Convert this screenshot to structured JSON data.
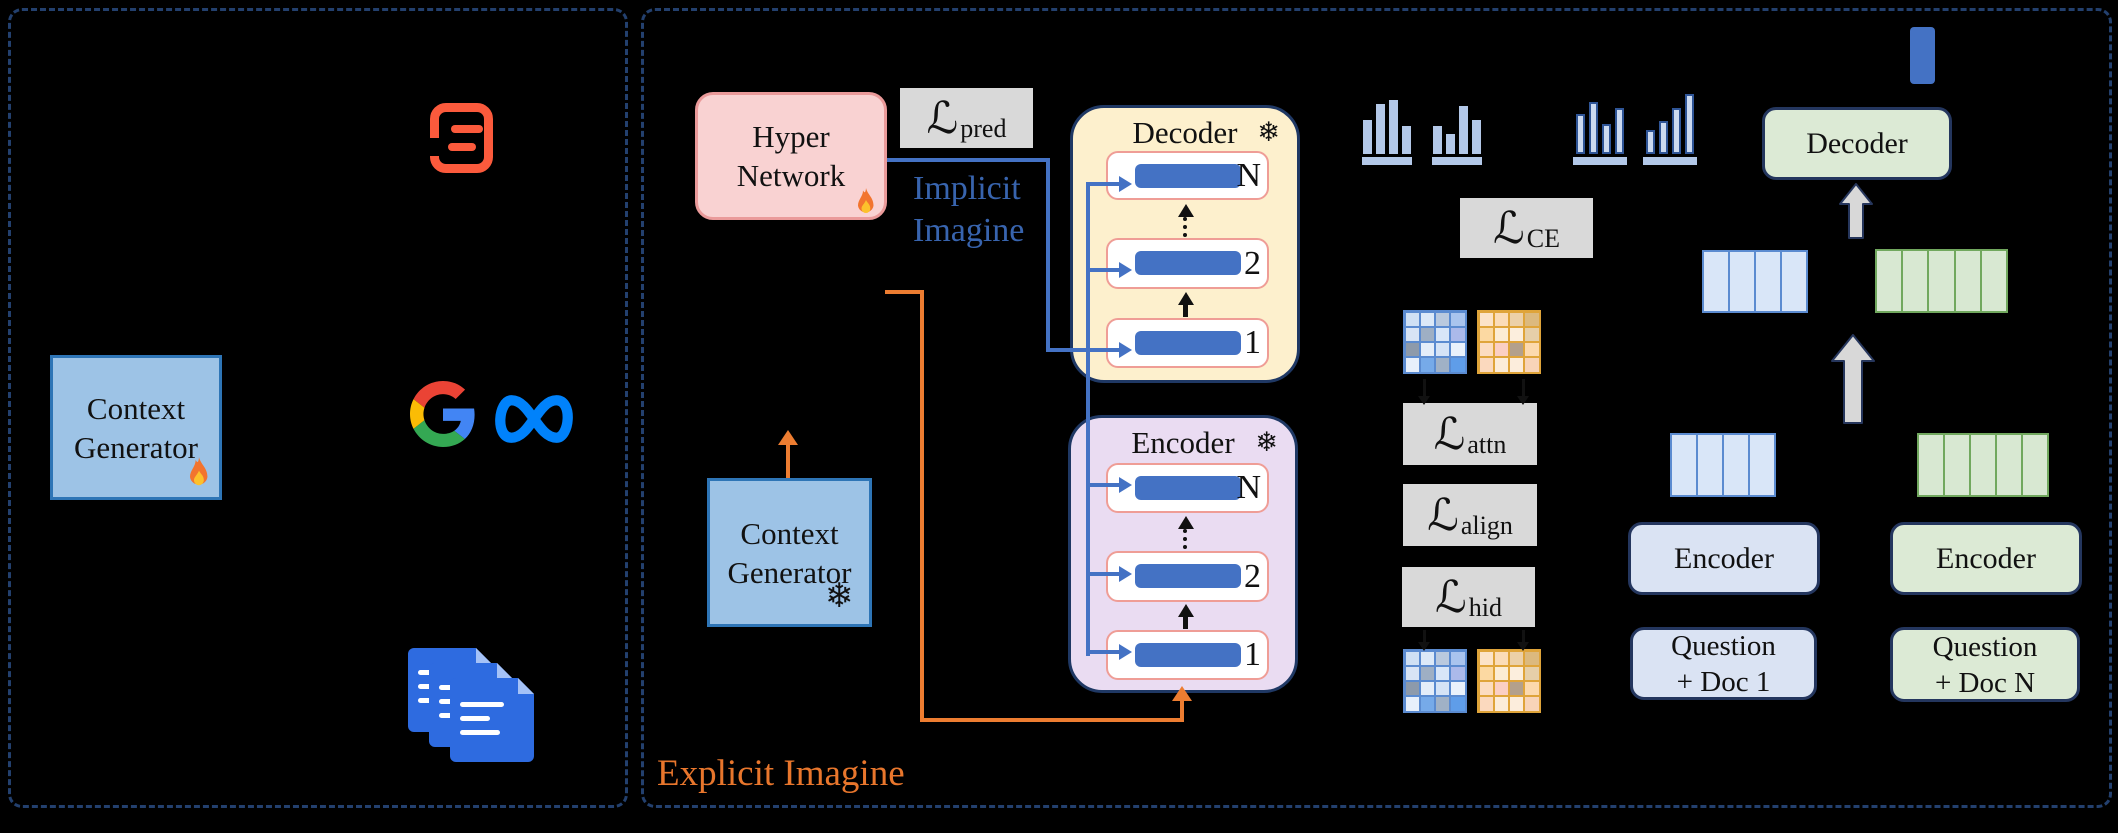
{
  "palette": {
    "background": "#000000",
    "panel_border": "#23406e",
    "accent_blue": "#4472c4",
    "accent_orange": "#ed7d31",
    "loss_box_gray": "#d9d9d9",
    "hyper_pink": "#f9d2d2",
    "decoder_cream": "#fdf0cd",
    "encoder_lavender": "#eadcf2",
    "green_fill": "#dcead5",
    "blue_fill": "#dae3f3",
    "context_blue": "#9dc3e6",
    "script_icon_red": "#fb5a3c",
    "meta_blue": "#0082fb",
    "doc_icon_blue": "#2e6be0"
  },
  "left": {
    "context_generator": {
      "label": "Context Generator"
    },
    "icons": {
      "script": "script-icon",
      "google": "google-logo",
      "meta": "meta-logo",
      "documents": "documents-icon",
      "flame": "flame-icon"
    }
  },
  "right": {
    "hyper_network": {
      "label": "Hyper Network"
    },
    "implicit_imagine": "Implicit Imagine",
    "explicit_imagine": "Explicit Imagine",
    "losses": {
      "pred": {
        "symbol": "ℒ",
        "sub": "pred"
      },
      "ce": {
        "symbol": "ℒ",
        "sub": "CE"
      },
      "attn": {
        "symbol": "ℒ",
        "sub": "attn"
      },
      "align": {
        "symbol": "ℒ",
        "sub": "align"
      },
      "hid": {
        "symbol": "ℒ",
        "sub": "hid"
      }
    },
    "decoder_stack": {
      "title": "Decoder",
      "snowflake": "❄",
      "layers": [
        "N",
        "2",
        "1"
      ]
    },
    "encoder_stack": {
      "title": "Encoder",
      "snowflake": "❄",
      "layers": [
        "N",
        "2",
        "1"
      ]
    },
    "context_generator": {
      "label": "Context Generator",
      "snowflake": "❄"
    },
    "histograms": [
      {
        "style": "plain",
        "bars": [
          34,
          50,
          54,
          28
        ]
      },
      {
        "style": "plain",
        "bars": [
          28,
          20,
          48,
          34
        ]
      },
      {
        "style": "outlined",
        "bars": [
          40,
          52,
          30,
          46
        ]
      },
      {
        "style": "outlined",
        "bars": [
          24,
          33,
          46,
          60
        ]
      }
    ],
    "heatmaps": {
      "blue": [
        "#cfe0f4",
        "#dce9f8",
        "#b9c9de",
        "#a9c4ee",
        "#d8e4f5",
        "#9eafc4",
        "#d8e6f8",
        "#abb9ea",
        "#8d9aab",
        "#e4edf9",
        "#d5e3f6",
        "#e9f1fb",
        "#e7effb",
        "#76aae9",
        "#a0b1c6",
        "#5f9de9"
      ],
      "orange": [
        "#fce3c8",
        "#fbdcb8",
        "#ecd0a8",
        "#dcb97e",
        "#fcd9a2",
        "#fcecd4",
        "#fceedd",
        "#e6cfa9",
        "#fcdcc0",
        "#fbcfc4",
        "#b3a08c",
        "#fcd9ae",
        "#fbd9be",
        "#fcecd9",
        "#fceddc",
        "#f8d4b8"
      ]
    },
    "tokens": {
      "blue_cells": 4,
      "green_cells": 5
    },
    "generation": {
      "decoder_label": "Decoder",
      "encoder_left_label": "Encoder",
      "encoder_right_label": "Encoder",
      "qdoc_left": {
        "line1": "Question",
        "line2": "+ Doc 1"
      },
      "qdoc_right": {
        "line1": "Question",
        "line2": "+ Doc N"
      }
    }
  }
}
